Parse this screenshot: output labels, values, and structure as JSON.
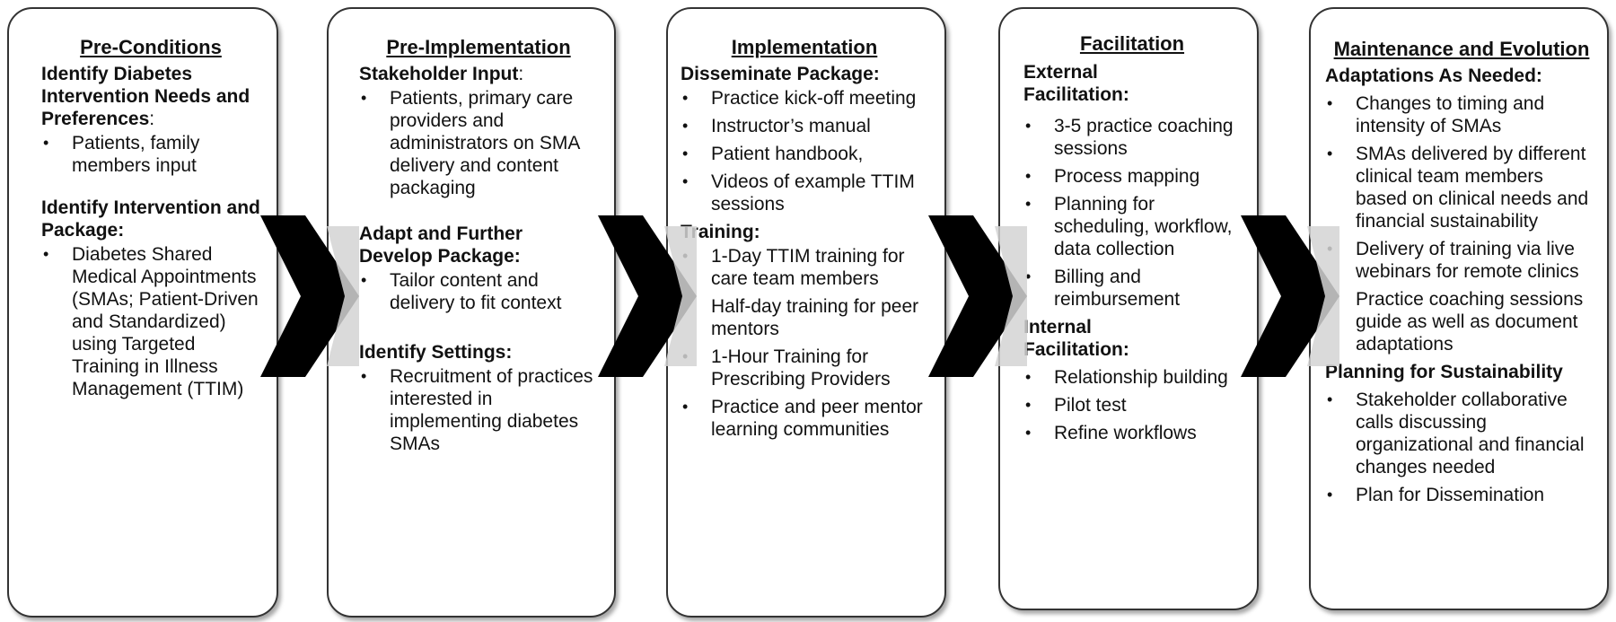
{
  "stages": [
    {
      "title": "Pre-Conditions",
      "sections": [
        {
          "heading": "Identify  Diabetes Intervention Needs and Preferences",
          "colon": ":",
          "items": [
            "Patients, family members input"
          ]
        },
        {
          "heading": "Identify Intervention and Package:",
          "colon": "",
          "items": [
            "Diabetes Shared Medical Appointments (SMAs; Patient-Driven and Standardized) using Targeted Training in Illness Management (TTIM)"
          ]
        }
      ]
    },
    {
      "title": "Pre-Implementation",
      "sections": [
        {
          "heading": "Stakeholder Input",
          "colon": ":",
          "items": [
            "Patients, primary care providers and administrators on SMA delivery and content packaging"
          ]
        },
        {
          "heading": "Adapt and Further Develop Package:",
          "colon": "",
          "items": [
            "Tailor content and delivery to fit context"
          ]
        },
        {
          "heading": "Identify Settings:",
          "colon": "",
          "items": [
            "Recruitment of practices interested in implementing diabetes SMAs"
          ]
        }
      ]
    },
    {
      "title": "Implementation",
      "sections": [
        {
          "heading": "Disseminate Package:",
          "colon": "",
          "items": [
            "Practice kick-off meeting",
            "Instructor’s  manual",
            "Patient handbook,",
            "Videos of example TTIM sessions"
          ]
        },
        {
          "heading": "Training:",
          "colon": "",
          "items": [
            "1-Day TTIM training for care team members",
            "Half-day training for peer mentors",
            "1-Hour Training for Prescribing Providers",
            "Practice and peer mentor learning communities"
          ]
        }
      ]
    },
    {
      "title": "Facilitation",
      "sections": [
        {
          "heading": "External Facilitation:",
          "colon": "",
          "items": [
            "3-5 practice coaching sessions",
            "Process mapping",
            "Planning for scheduling, workflow, data collection",
            "Billing and reimbursement"
          ]
        },
        {
          "heading": "Internal Facilitation:",
          "colon": "",
          "items": [
            "Relationship building",
            "Pilot test",
            "Refine workflows"
          ]
        }
      ]
    },
    {
      "title": "Maintenance and Evolution",
      "sections": [
        {
          "heading": "Adaptations As Needed:",
          "colon": "",
          "items": [
            "Changes to timing and intensity of SMAs",
            "SMAs delivered by different clinical team members based on clinical needs and financial sustainability",
            "Delivery of training via live webinars for remote clinics",
            "Practice coaching sessions guide as well as document adaptations"
          ]
        },
        {
          "heading": "Planning for Sustainability",
          "colon": "",
          "items": [
            "Stakeholder collaborative calls discussing organizational and financial changes needed",
            "Plan for Dissemination"
          ]
        }
      ]
    }
  ],
  "bullet_char": "•",
  "colors": {
    "box_border": "#333333",
    "arrow_dark": "#000000",
    "arrow_light": "#d4d4d4"
  }
}
